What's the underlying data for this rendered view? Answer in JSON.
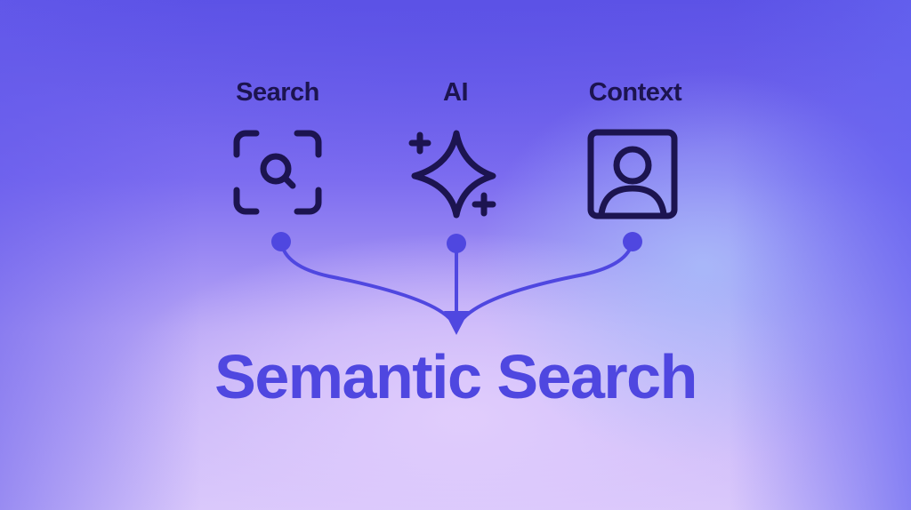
{
  "nodes": [
    {
      "label": "Search",
      "icon": "scan-search-icon"
    },
    {
      "label": "AI",
      "icon": "sparkles-icon"
    },
    {
      "label": "Context",
      "icon": "user-square-icon"
    }
  ],
  "title": "Semantic Search",
  "colors": {
    "icon_stroke": "#1c1450",
    "connector": "#4f47e0",
    "title": "#4f47e0",
    "bg_top": "#5d53e6",
    "bg_bottom": "#d9c8fb"
  }
}
